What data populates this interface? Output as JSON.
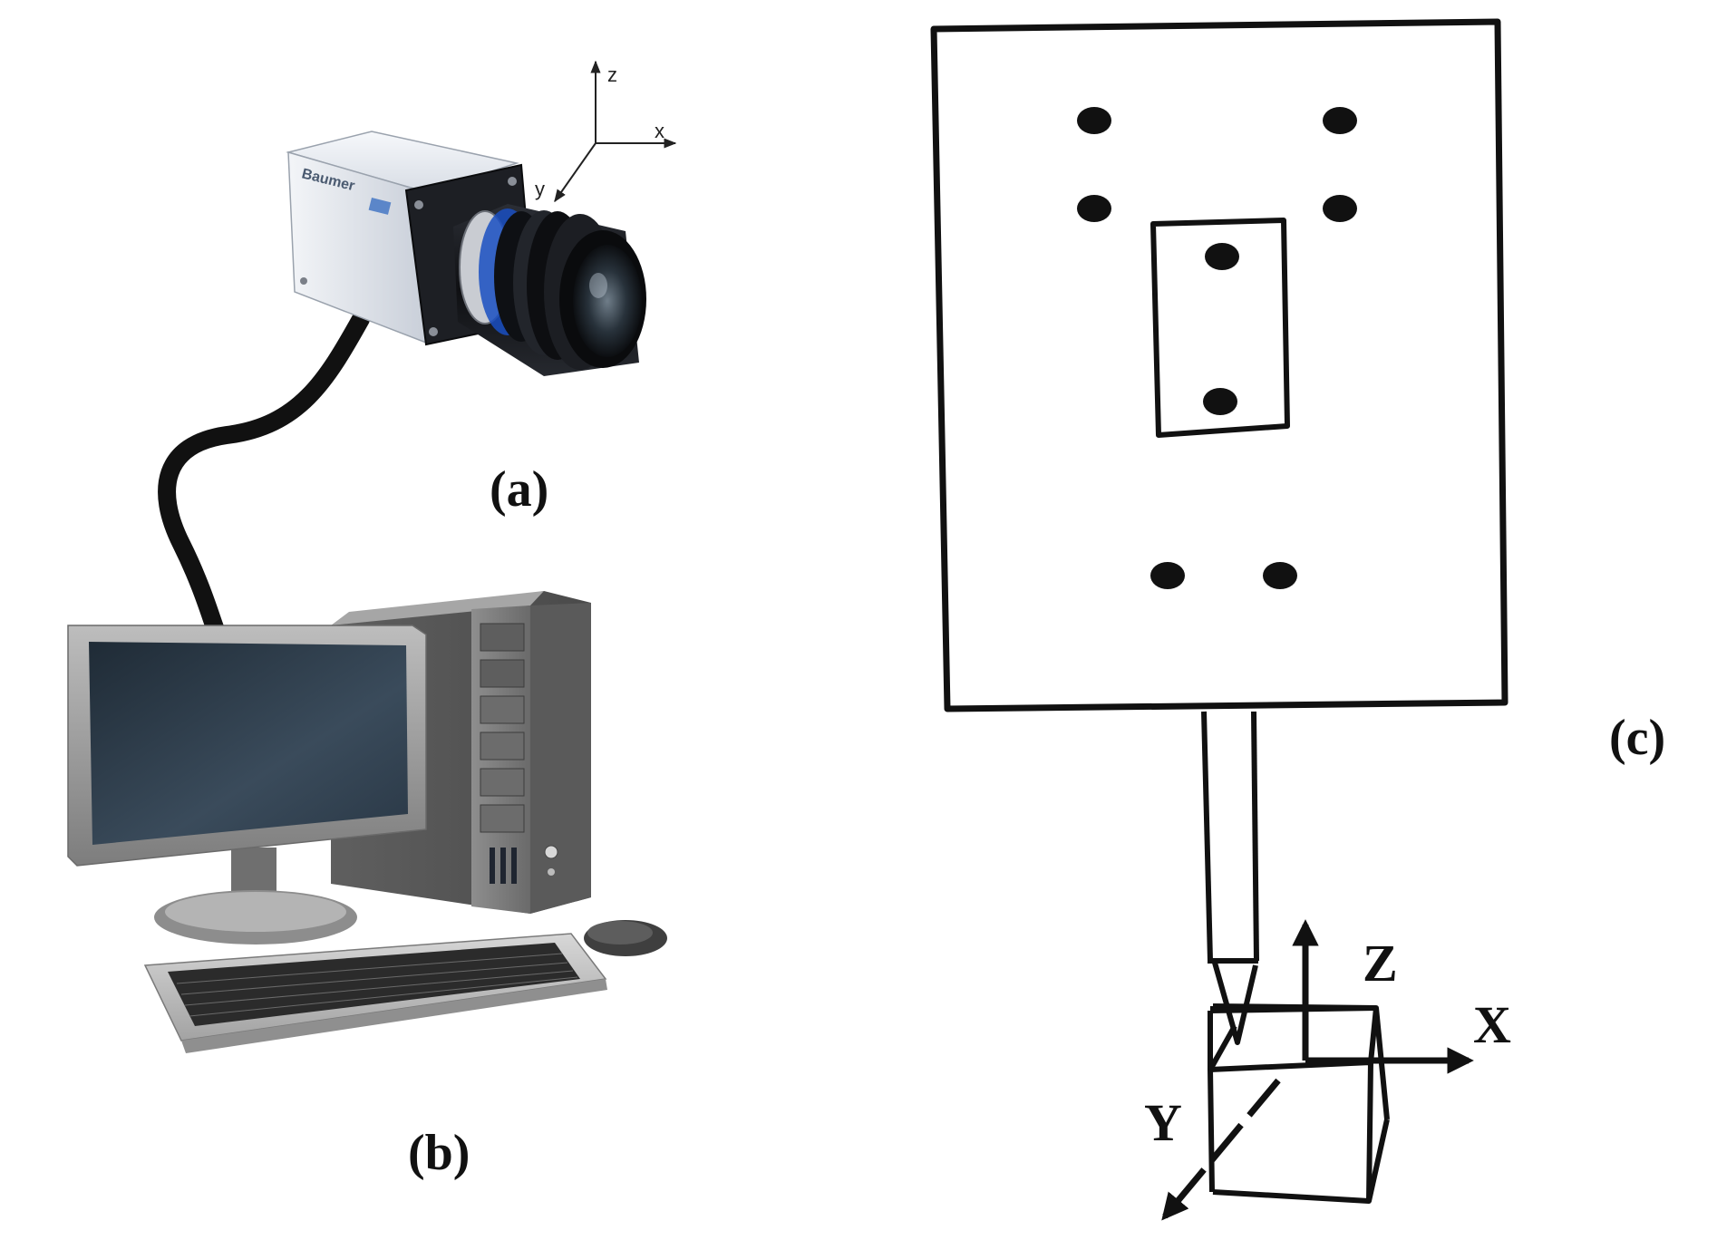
{
  "panels": {
    "a": {
      "label": "(a)",
      "axes": {
        "z": "z",
        "x": "x",
        "y": "y"
      },
      "brand": "Baumer"
    },
    "b": {
      "label": "(b)"
    },
    "c": {
      "label": "(c)",
      "axes": {
        "z": "Z",
        "x": "X",
        "y": "Y"
      }
    }
  },
  "colors": {
    "stroke": "#111111",
    "camera_body": "#e9ecf1",
    "camera_dark": "#1d1f24",
    "lens_accent": "#2a4fb0",
    "monitor_frame": "#8c8c8c",
    "monitor_screen": "#2b3947",
    "tower": "#777777"
  },
  "icons": {
    "camera": "industrial-camera-icon",
    "computer": "desktop-computer-icon",
    "target": "marker-target-board-icon"
  },
  "markers": {
    "board_dots": 8,
    "inner_rect_dots": 2
  }
}
